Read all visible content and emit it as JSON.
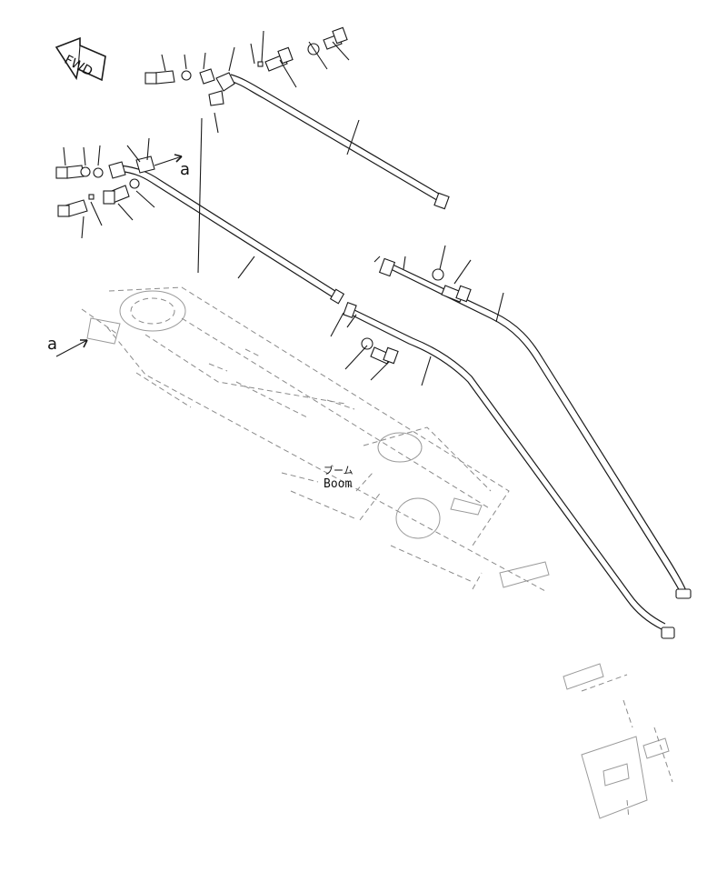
{
  "labels": {
    "fwd": "FWD",
    "ref_top": "a",
    "ref_left": "a",
    "boom_jp": "ブーム",
    "boom_en": "Boom"
  },
  "colors": {
    "line": "#1a1a1a",
    "ghost": "#8a8a8a",
    "background": "#ffffff"
  },
  "icons": [
    "fwd-arrow-icon",
    "reference-arrow-icon"
  ]
}
